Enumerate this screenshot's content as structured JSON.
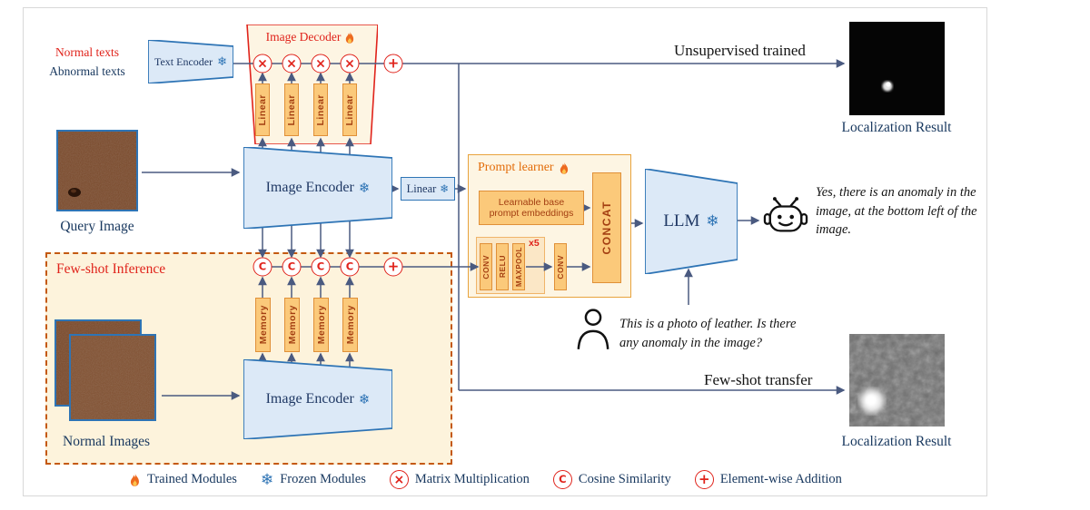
{
  "colors": {
    "accent_red": "#E0231B",
    "blue_border": "#2E74B5",
    "blue_fill": "#DCE9F7",
    "navy_text": "#17375E",
    "orange_border": "#E09038",
    "orange_fill": "#FBC97A",
    "cream_fill": "#FDF5E3",
    "dashed_border": "#C45911",
    "wire": "#4A5A80"
  },
  "symbols": {
    "snowflake": "❄",
    "times": "×",
    "plus": "+",
    "cosine": "C"
  },
  "inputs": {
    "normal_texts": "Normal texts",
    "abnormal_texts": "Abnormal texts"
  },
  "encoders": {
    "text_encoder": "Text Encoder",
    "image_encoder_top": "Image Encoder",
    "image_encoder_bottom": "Image Encoder",
    "linear_proj": "Linear",
    "llm": "LLM"
  },
  "decoder": {
    "title": "Image Decoder",
    "linear_label": "Linear"
  },
  "prompt_learner": {
    "title": "Prompt learner",
    "learnable": "Learnable base prompt embeddings",
    "concat": "CONCAT",
    "conv1": "CONV",
    "relu": "RELU",
    "maxpool": "MAXPOOL",
    "repeat": "x5",
    "conv2": "CONV"
  },
  "fewshot": {
    "title": "Few-shot Inference",
    "memory_label": "Memory",
    "normal_images_label": "Normal Images",
    "transfer_label": "Few-shot transfer",
    "localization_result": "Localization Result"
  },
  "outputs": {
    "query_image_label": "Query Image",
    "unsupervised_label": "Unsupervised trained",
    "localization_result_top": "Localization Result"
  },
  "dialogue": {
    "assistant_reply": "Yes, there is an anomaly in the image, at the bottom left of the image.",
    "user_prompt": "This is a photo of leather. Is there any anomaly in the image?"
  },
  "legend": {
    "trained": "Trained Modules",
    "frozen": "Frozen Modules",
    "matmul": "Matrix Multiplication",
    "cosine": "Cosine Similarity",
    "addition": "Element-wise Addition"
  }
}
